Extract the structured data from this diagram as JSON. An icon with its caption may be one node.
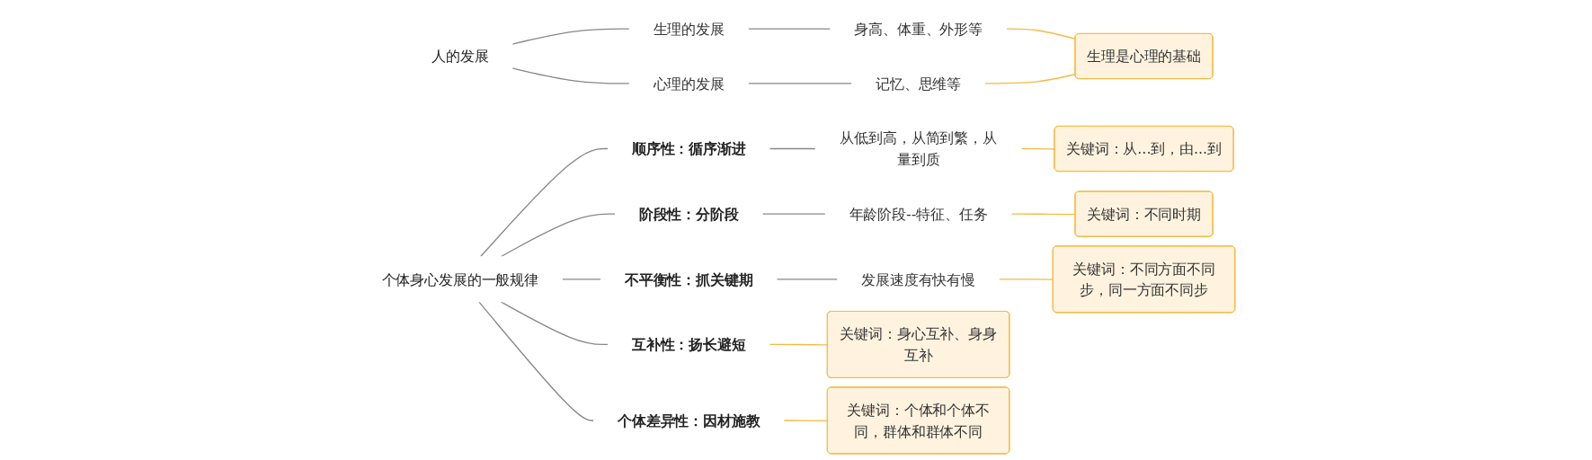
{
  "diagram": {
    "nodes": [
      {
        "text": [
          "人的发展"
        ]
      },
      {
        "text": [
          "生理的发展"
        ]
      },
      {
        "text": [
          "身高、体重、外形等"
        ]
      },
      {
        "text": [
          "心理的发展"
        ]
      },
      {
        "text": [
          "记忆、思维等"
        ]
      },
      {
        "text": [
          "生理是心理的基础"
        ]
      },
      {
        "text": [
          "个体身心发展的一般规律"
        ]
      },
      {
        "text": [
          "顺序性：",
          "循序渐进"
        ]
      },
      {
        "text": [
          "从低到高，从简到繁，从量到质"
        ]
      },
      {
        "text": [
          "关键词：从...到，由...到"
        ]
      },
      {
        "text": [
          "阶段性：",
          "分阶段"
        ]
      },
      {
        "text": [
          "年龄阶段--特征、任务"
        ]
      },
      {
        "text": [
          "关键词：不同时期"
        ]
      },
      {
        "text": [
          "不平衡性：",
          "抓关键期"
        ]
      },
      {
        "text": [
          "发展速度有快有慢"
        ]
      },
      {
        "text": [
          "关键词：不同方面不同步，同一方面不同步"
        ]
      },
      {
        "text": [
          "互补性：",
          "扬长避短"
        ]
      },
      {
        "text": [
          "关键词：身心互补、身身互补"
        ]
      },
      {
        "text": [
          "个体差异性：",
          "因材施教"
        ]
      },
      {
        "text": [
          "关键词：个体和个体不同，群体和群体不同"
        ]
      }
    ],
    "edges": [
      {
        "from": 0,
        "to": 1,
        "arrow": "none"
      },
      {
        "from": 1,
        "to": 2,
        "arrow": "none"
      },
      {
        "from": 0,
        "to": 3,
        "arrow": "none"
      },
      {
        "from": 3,
        "to": 4,
        "arrow": "none"
      },
      {
        "from": 2,
        "to": 5,
        "arrow": "none",
        "color": "#f5b942"
      },
      {
        "from": 4,
        "to": 5,
        "arrow": "none",
        "color": "#f5b942"
      },
      {
        "from": 6,
        "to": 7,
        "arrow": "none"
      },
      {
        "from": 7,
        "to": 8,
        "arrow": "none"
      },
      {
        "from": 8,
        "to": 9,
        "arrow": "none",
        "color": "#f5b942"
      },
      {
        "from": 6,
        "to": 10,
        "arrow": "none"
      },
      {
        "from": 10,
        "to": 11,
        "arrow": "none"
      },
      {
        "from": 11,
        "to": 12,
        "arrow": "none",
        "color": "#f5b942"
      },
      {
        "from": 6,
        "to": 13,
        "arrow": "none"
      },
      {
        "from": 13,
        "to": 14,
        "arrow": "none"
      },
      {
        "from": 14,
        "to": 15,
        "arrow": "none",
        "color": "#f5b942"
      },
      {
        "from": 6,
        "to": 16,
        "arrow": "none"
      },
      {
        "from": 16,
        "to": 17,
        "arrow": "none",
        "color": "#f5b942"
      },
      {
        "from": 6,
        "to": 18,
        "arrow": "none"
      },
      {
        "from": 18,
        "to": 19,
        "arrow": "none",
        "color": "#f5b942"
      }
    ]
  }
}
